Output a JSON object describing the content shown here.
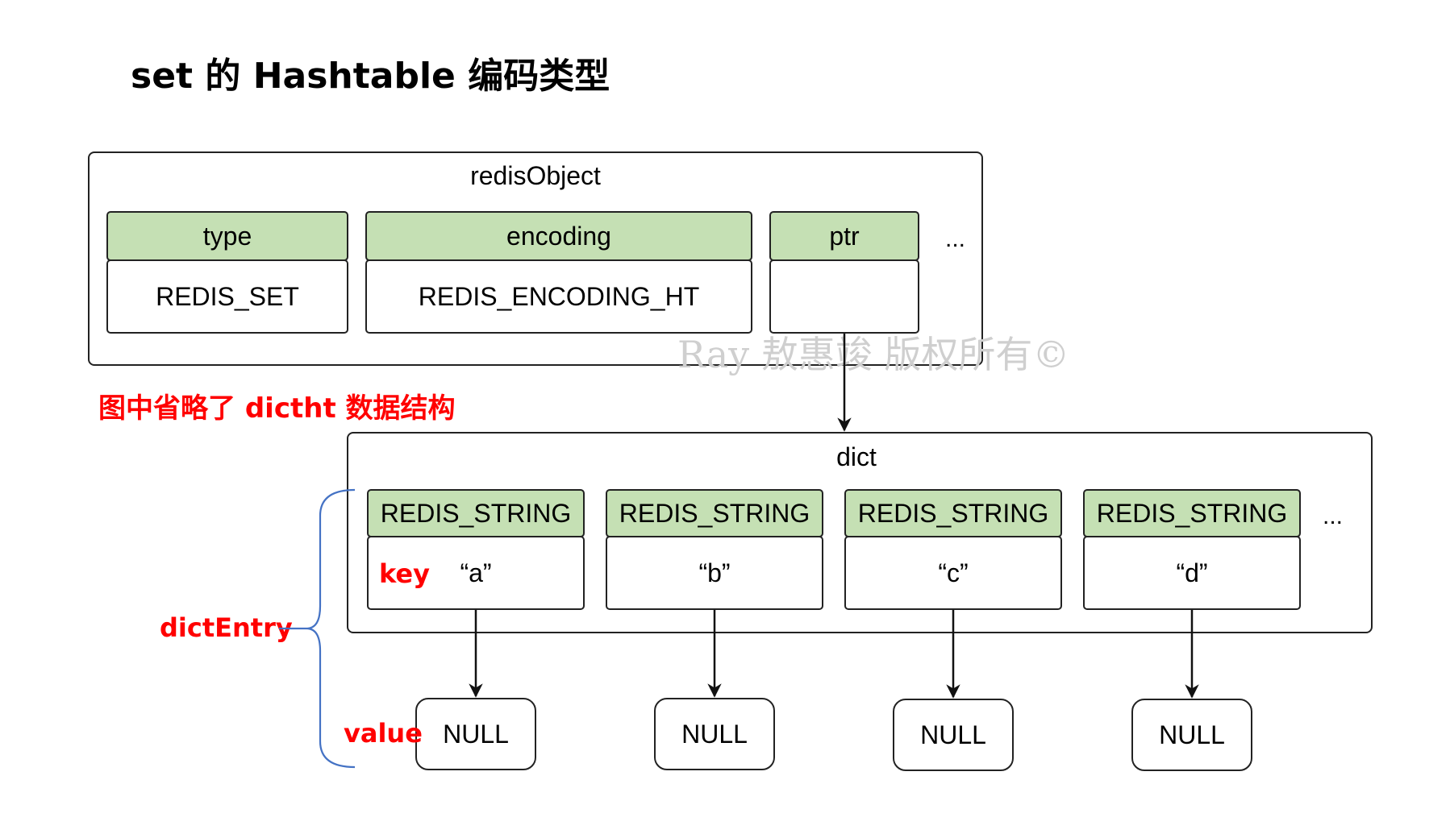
{
  "title": "set 的 Hashtable 编码类型",
  "redis_object": {
    "label": "redisObject",
    "fields": [
      {
        "name": "type",
        "value": "REDIS_SET"
      },
      {
        "name": "encoding",
        "value": "REDIS_ENCODING_HT"
      },
      {
        "name": "ptr",
        "value": ""
      }
    ],
    "more": "..."
  },
  "note": "图中省略了 dictht 数据结构",
  "dict": {
    "label": "dict",
    "more": "...",
    "entries": [
      {
        "type": "REDIS_STRING",
        "key": "“a”",
        "value": "NULL"
      },
      {
        "type": "REDIS_STRING",
        "key": "“b”",
        "value": "NULL"
      },
      {
        "type": "REDIS_STRING",
        "key": "“c”",
        "value": "NULL"
      },
      {
        "type": "REDIS_STRING",
        "key": "“d”",
        "value": "NULL"
      }
    ]
  },
  "labels": {
    "key": "key",
    "value": "value",
    "dict_entry": "dictEntry"
  },
  "watermark": "Ray 敖惠竣 版权所有©",
  "colors": {
    "header_fill": "#c5e0b4",
    "annotation": "#ff0000",
    "brace": "#4472c4"
  }
}
